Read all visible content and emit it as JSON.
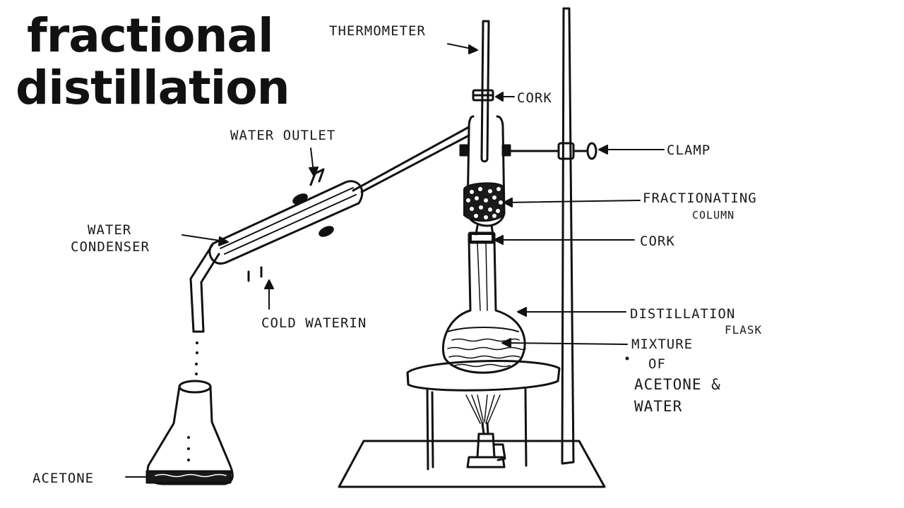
{
  "title": {
    "line1": "fractional",
    "line2": "distillation"
  },
  "labels": {
    "thermometer": "THERMOMETER",
    "cork_top": "CORK",
    "clamp": "CLAMP",
    "water_outlet": "WATER OUTLET",
    "fractionating_column_1": "FRACTIONATING",
    "fractionating_column_2": "COLUMN",
    "water_condenser_1": "WATER",
    "water_condenser_2": "CONDENSER",
    "cork_bottom": "CORK",
    "cold_water_in": "COLD WATERIN",
    "distillation_flask_1": "DISTILLATION",
    "distillation_flask_2": "FLASK",
    "mixture_1": "MIXTURE",
    "mixture_2": "OF",
    "mixture_3": "ACETONE &",
    "mixture_4": "WATER",
    "acetone": "ACETONE"
  }
}
